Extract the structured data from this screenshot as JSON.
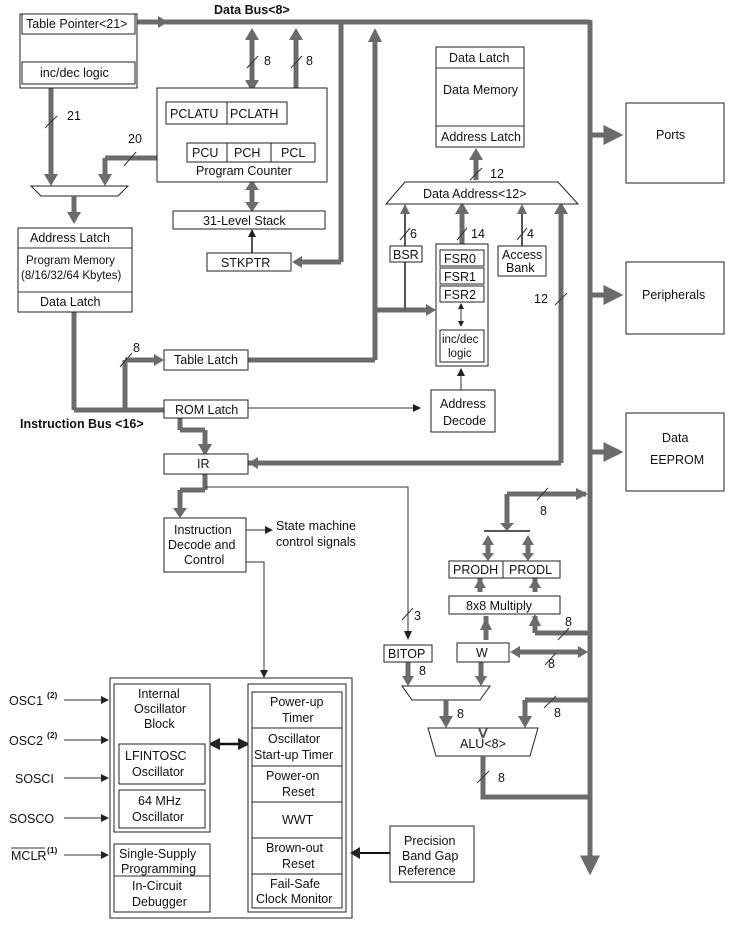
{
  "buses": {
    "data_bus": "Data Bus<8>",
    "instruction_bus": "Instruction Bus <16>"
  },
  "blocks": {
    "table_pointer": "Table Pointer<21>",
    "inc_dec_logic": "inc/dec logic",
    "pclatu": "PCLATU",
    "pclath": "PCLATH",
    "pcu": "PCU",
    "pch": "PCH",
    "pcl": "PCL",
    "program_counter": "Program Counter",
    "stack": "31-Level Stack",
    "stkptr": "STKPTR",
    "address_latch": "Address Latch",
    "program_memory": [
      "Program Memory",
      "(8/16/32/64 Kbytes)"
    ],
    "data_latch": "Data Latch",
    "table_latch": "Table Latch",
    "rom_latch": "ROM Latch",
    "ir": "IR",
    "instruction_decode": [
      "Instruction",
      "Decode and",
      "Control"
    ],
    "state_machine": [
      "State machine",
      "control signals"
    ],
    "dm_data_latch": "Data Latch",
    "data_memory": "Data Memory",
    "dm_address_latch": "Address Latch",
    "data_address": "Data Address<12>",
    "bsr": "BSR",
    "fsr0": "FSR0",
    "fsr1": "FSR1",
    "fsr2": "FSR2",
    "fsr_incdec": [
      "inc/dec",
      "logic"
    ],
    "access_bank": [
      "Access",
      "Bank"
    ],
    "address_decode": [
      "Address",
      "Decode"
    ],
    "ports": "Ports",
    "peripherals": "Peripherals",
    "data_eeprom": [
      "Data",
      "EEPROM"
    ],
    "prodh": "PRODH",
    "prodl": "PRODL",
    "multiply": "8x8 Multiply",
    "bitop": "BITOP",
    "w": "W",
    "alu": "ALU<8>",
    "internal_osc": [
      "Internal",
      "Oscillator",
      "Block"
    ],
    "lfintosc": [
      "LFINTOSC",
      "Oscillator"
    ],
    "osc64": [
      "64 MHz",
      "Oscillator"
    ],
    "single_supply": [
      "Single-Supply",
      "Programming"
    ],
    "icd": [
      "In-Circuit",
      "Debugger"
    ],
    "powerup_timer": [
      "Power-up",
      "Timer"
    ],
    "ost": [
      "Oscillator",
      "Start-up Timer"
    ],
    "por": [
      "Power-on",
      "Reset"
    ],
    "wwt": "WWT",
    "bor": [
      "Brown-out",
      "Reset"
    ],
    "fscm": [
      "Fail-Safe",
      "Clock Monitor"
    ],
    "bandgap": [
      "Precision",
      "Band Gap",
      "Reference"
    ]
  },
  "pins": {
    "osc1": "OSC1",
    "osc1_note": "(2)",
    "osc2": "OSC2",
    "osc2_note": "(2)",
    "sosci": "SOSCI",
    "sosco": "SOSCO",
    "mclr": "MCLR",
    "mclr_note": "(1)"
  },
  "bus_widths": {
    "w8a": "8",
    "w8b": "8",
    "w21": "21",
    "w20": "20",
    "w12a": "12",
    "w6": "6",
    "w14": "14",
    "w4": "4",
    "w12b": "12",
    "w8tl": "8",
    "w3": "3",
    "w8prod": "8",
    "w8mul": "8",
    "w8w": "8",
    "w8bitop": "8",
    "w8alu_in": "8",
    "w8alu_w": "8",
    "w8alu_out": "8"
  }
}
